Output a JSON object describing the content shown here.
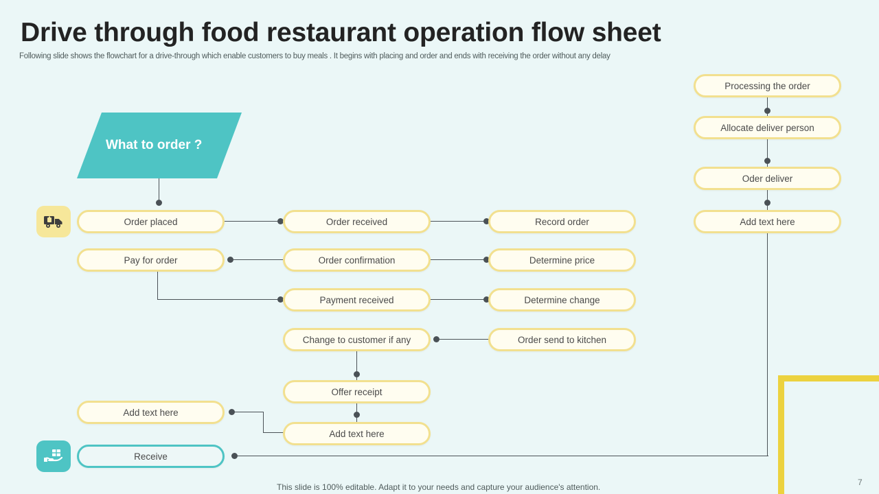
{
  "header": {
    "title": "Drive through food restaurant operation flow sheet",
    "subtitle": "Following slide shows the flowchart for a drive-through which  enable customers to buy meals . It begins with placing and order and ends with receiving the order without any delay"
  },
  "footer": {
    "note": "This slide is 100% editable. Adapt it to your needs and capture your audience's attention.",
    "page_number": "7"
  },
  "colors": {
    "background": "#EBF7F7",
    "accent_teal": "#4EC4C4",
    "node_border": "#F2E08F",
    "node_fill": "#FFFDF0",
    "frame_yellow": "#ECD23F",
    "connector": "#4A5156",
    "icon_tile_yellow": "#F6E79A"
  },
  "decision": {
    "label": "What to order ?"
  },
  "icons": [
    {
      "name": "delivery-truck-icon",
      "tile": "yellow"
    },
    {
      "name": "hand-package-icon",
      "tile": "teal"
    }
  ],
  "nodes": {
    "col1": [
      {
        "id": "order-placed",
        "label": "Order placed"
      },
      {
        "id": "pay-for-order",
        "label": "Pay for order"
      },
      {
        "id": "add-text-left",
        "label": "Add text here"
      },
      {
        "id": "receive",
        "label": "Receive",
        "style": "teal"
      }
    ],
    "col2": [
      {
        "id": "order-received",
        "label": "Order received"
      },
      {
        "id": "order-confirmation",
        "label": "Order confirmation"
      },
      {
        "id": "payment-received",
        "label": "Payment received"
      },
      {
        "id": "change-to-customer",
        "label": "Change to customer if any"
      },
      {
        "id": "offer-receipt",
        "label": "Offer receipt"
      },
      {
        "id": "add-text-mid",
        "label": "Add text here"
      }
    ],
    "col3": [
      {
        "id": "record-order",
        "label": "Record order"
      },
      {
        "id": "determine-price",
        "label": "Determine price"
      },
      {
        "id": "determine-change",
        "label": "Determine change"
      },
      {
        "id": "order-send-to-kitchen",
        "label": "Order send to kitchen"
      }
    ],
    "col4": [
      {
        "id": "processing-the-order",
        "label": "Processing the order"
      },
      {
        "id": "allocate-deliver-person",
        "label": "Allocate deliver person"
      },
      {
        "id": "oder-deliver",
        "label": "Oder deliver"
      },
      {
        "id": "add-text-right",
        "label": "Add text here"
      }
    ]
  }
}
